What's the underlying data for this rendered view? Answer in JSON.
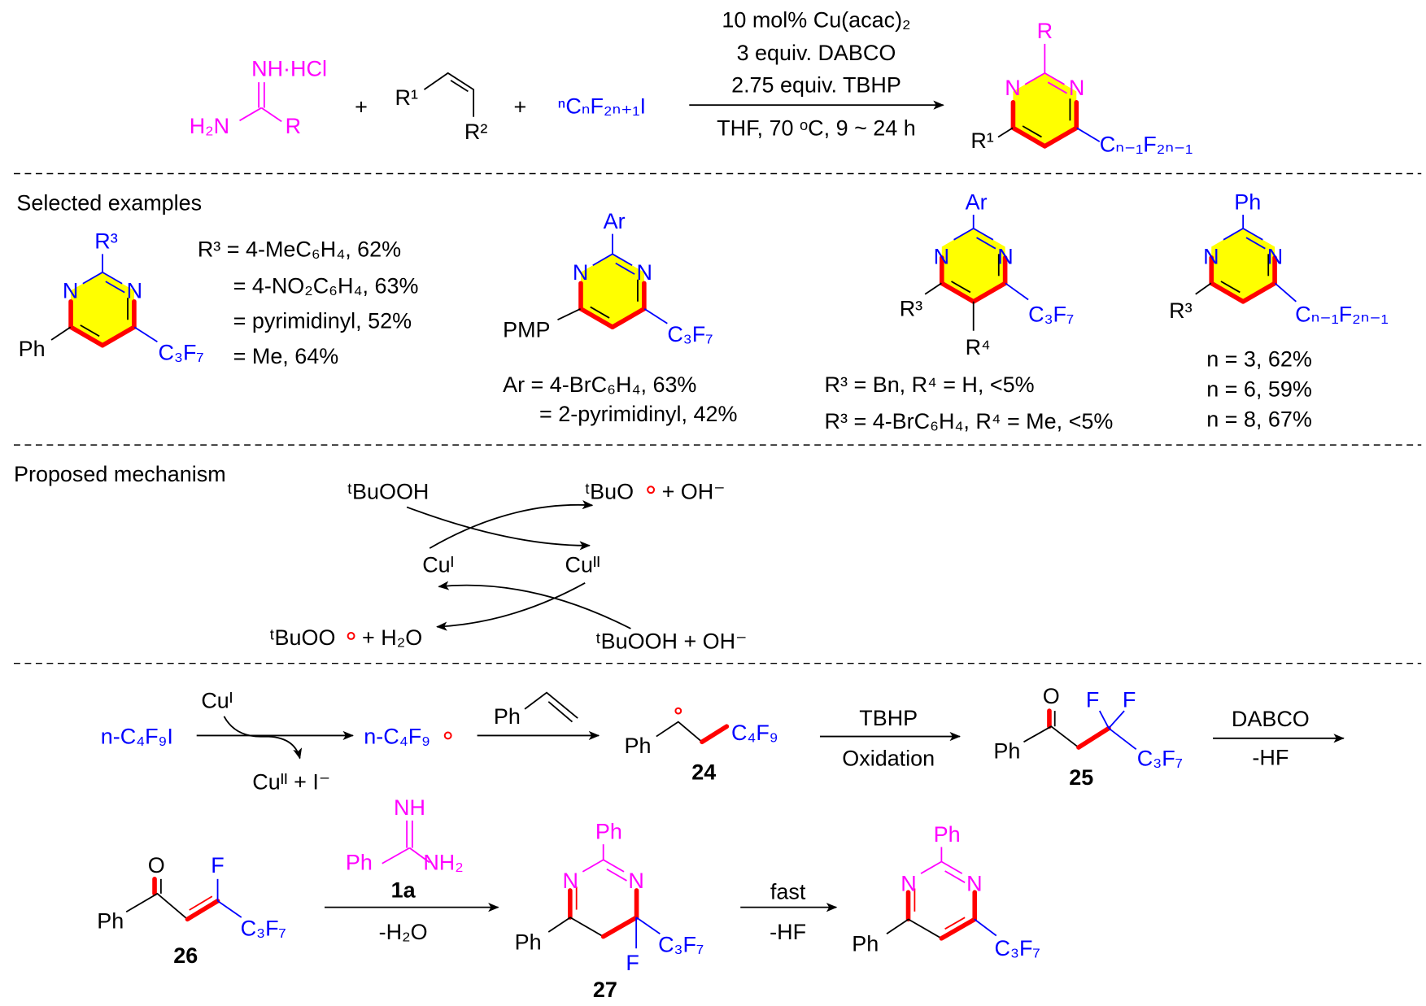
{
  "reaction": {
    "amidine_top": "NH·HCl",
    "amidine_left": "H₂N",
    "amidine_R": "R",
    "plus1": "+",
    "alkene_R1": "R¹",
    "alkene_R2": "R²",
    "plus2": "+",
    "perfluoro_iodide": "ⁿCₙF₂ₙ₊₁I",
    "conditions": [
      "10 mol% Cu(acac)₂",
      "3 equiv. DABCO",
      "2.75 equiv. TBHP",
      "THF, 70 ᵒC, 9 ~ 24 h"
    ],
    "product": {
      "R": "R",
      "N1": "N",
      "N3": "N",
      "R1": "R¹",
      "chain": "Cₙ₋₁F₂ₙ₋₁"
    }
  },
  "examples": {
    "heading": "Selected examples",
    "ex1": {
      "R3": "R³",
      "N1": "N",
      "N3": "N",
      "Ph": "Ph",
      "C3F7": "C₃F₇",
      "lines": [
        "R³ = 4-MeC₆H₄, 62%",
        "= 4-NO₂C₆H₄, 63%",
        "= pyrimidinyl, 52%",
        "= Me, 64%"
      ]
    },
    "ex2": {
      "Ar": "Ar",
      "N1": "N",
      "N3": "N",
      "PMP": "PMP",
      "C3F7": "C₃F₇",
      "lines": [
        "Ar = 4-BrC₆H₄, 63%",
        "= 2-pyrimidinyl, 42%"
      ]
    },
    "ex3": {
      "Ar": "Ar",
      "N1": "N",
      "N3": "N",
      "R3": "R³",
      "R4": "R⁴",
      "C3F7": "C₃F₇",
      "lines": [
        "R³ = Bn, R⁴ = H, <5%",
        "R³ = 4-BrC₆H₄, R⁴ = Me, <5%"
      ]
    },
    "ex4": {
      "Ph": "Ph",
      "N1": "N",
      "N3": "N",
      "R3": "R³",
      "chain": "Cₙ₋₁F₂ₙ₋₁",
      "lines": [
        "n = 3, 62%",
        "n = 6, 59%",
        "n = 8, 67%"
      ]
    }
  },
  "mechanism": {
    "heading": "Proposed mechanism",
    "tBuOOH_top": "ᵗBuOOH",
    "tBuO": "ᵗBuO",
    "plus_OH": "+ OH⁻",
    "CuI": "Cuᴵ",
    "CuII": "Cuᴵᴵ",
    "tBuOO": "ᵗBuOO",
    "plus_H2O": "+ H₂O",
    "tBuOOH_OH": "ᵗBuOOH + OH⁻"
  },
  "pathway": {
    "start": "n-C₄F₉I",
    "CuI": "Cuᴵ",
    "CuII_I": "Cuᴵᴵ + I⁻",
    "radical": "n-C₄F₉",
    "styrene_Ph": "Ph",
    "c24": {
      "Ph": "Ph",
      "C4F9": "C₄F₉",
      "label": "24"
    },
    "step2": {
      "above": "TBHP",
      "below": "Oxidation"
    },
    "c25": {
      "O": "O",
      "F1": "F",
      "F2": "F",
      "Ph": "Ph",
      "C3F7": "C₃F₇",
      "label": "25"
    },
    "step3": {
      "above": "DABCO",
      "below": "-HF"
    },
    "c26": {
      "O": "O",
      "F": "F",
      "Ph": "Ph",
      "C3F7": "C₃F₇",
      "label": "26"
    },
    "reagent_1a": {
      "NH": "NH",
      "Ph": "Ph",
      "NH2": "NH₂",
      "label": "1a"
    },
    "step4_below": "-H₂O",
    "c27": {
      "Ph_top": "Ph",
      "N1": "N",
      "N3": "N",
      "Ph": "Ph",
      "C3F7": "C₃F₇",
      "F": "F",
      "label": "27"
    },
    "step5": {
      "above": "fast",
      "below": "-HF"
    },
    "final": {
      "Ph_top": "Ph",
      "N1": "N",
      "N3": "N",
      "Ph": "Ph",
      "C3F7": "C₃F₇"
    }
  },
  "colors": {
    "highlight": "#ffff00",
    "bond": "#ff0000",
    "amidine": "#ff00ff",
    "perfluoro": "#0000ff"
  }
}
